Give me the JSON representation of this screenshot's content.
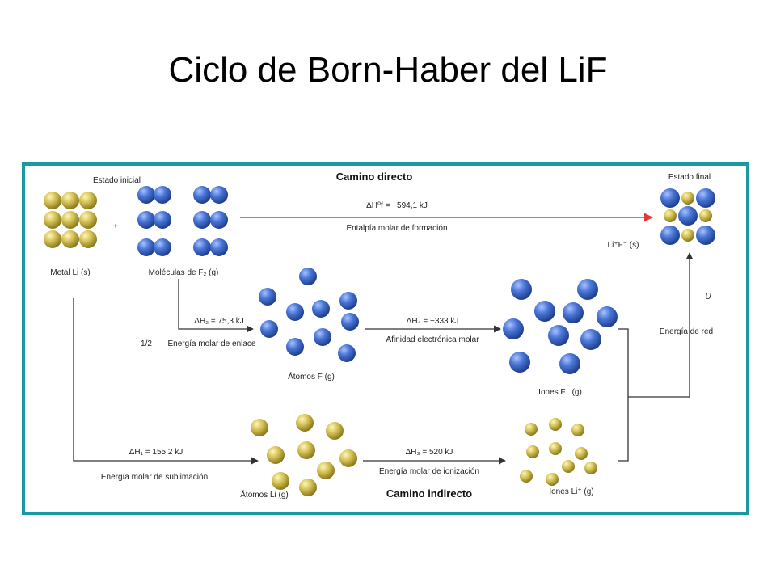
{
  "slide": {
    "title": "Ciclo de Born-Haber del LiF"
  },
  "diagram": {
    "camino_directo": "Camino directo",
    "camino_indirecto": "Camino indirecto",
    "estado_inicial": "Estado inicial",
    "estado_final": "Estado final",
    "metal_li": "Metal Li (s)",
    "moleculas_f2": "Moléculas de F₂ (g)",
    "plus": "+",
    "lif": "Li⁺F⁻ (s)",
    "atomos_f": "Átomos F (g)",
    "iones_f": "Iones F⁻ (g)",
    "atomos_li": "Átomos Li (g)",
    "iones_li": "Iones Li⁺ (g)",
    "dh_formacion": "ΔH⁰f = −594,1 kJ",
    "entalpia_formacion": "Entalpía molar de formación",
    "dh2": "ΔH₂ = 75,3 kJ",
    "half": "1/2",
    "energia_enlace": "Energía molar de enlace",
    "dh4": "ΔH₄ = −333 kJ",
    "afinidad": "Afinidad electrónica molar",
    "dh1": "ΔH₁ = 155,2 kJ",
    "energia_sublimacion": "Energía molar de sublimación",
    "dh3": "ΔH₃ = 520 kJ",
    "energia_ionizacion": "Energía molar de ionización",
    "u": "U",
    "energia_red": "Energía de red"
  },
  "colors": {
    "border": "#1a9aa0",
    "arrow_red": "#e23b3b",
    "li_atom": "#d8c85a",
    "f_atom": "#3f6fcf"
  }
}
